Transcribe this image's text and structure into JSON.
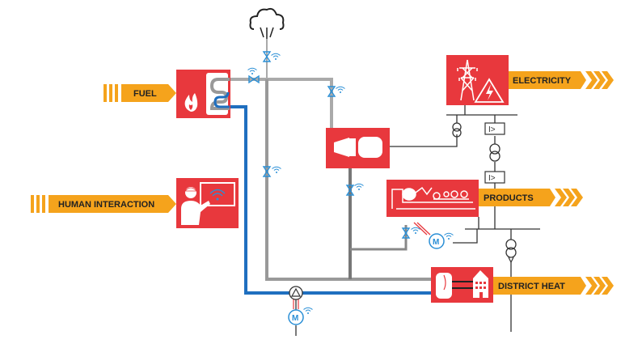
{
  "labels": {
    "fuel": "FUEL",
    "human_interaction": "HUMAN INTERACTION",
    "electricity": "ELECTRICITY",
    "products": "PRODUCTS",
    "district_heat": "DISTRICT HEAT",
    "breaker": "I>",
    "motor": "M"
  },
  "colors": {
    "box_red": "#e8383d",
    "arrow_orange": "#f5a31c",
    "pipe_blue": "#1f6fbf",
    "pipe_grey": "#999999",
    "pipe_dark": "#777777",
    "valve_blue": "#2a8fd6",
    "line_dark": "#333333"
  },
  "icons": [
    "cloud-steam-icon",
    "flame-icon",
    "heat-exchanger-icon",
    "turbine-icon",
    "power-pylon-icon",
    "lightning-icon",
    "paper-machine-icon",
    "operator-screen-icon",
    "tank-icon",
    "building-icon",
    "pump-icon",
    "motor-icon",
    "valve-icon",
    "wireless-icon",
    "transformer-icon",
    "breaker-icon"
  ]
}
